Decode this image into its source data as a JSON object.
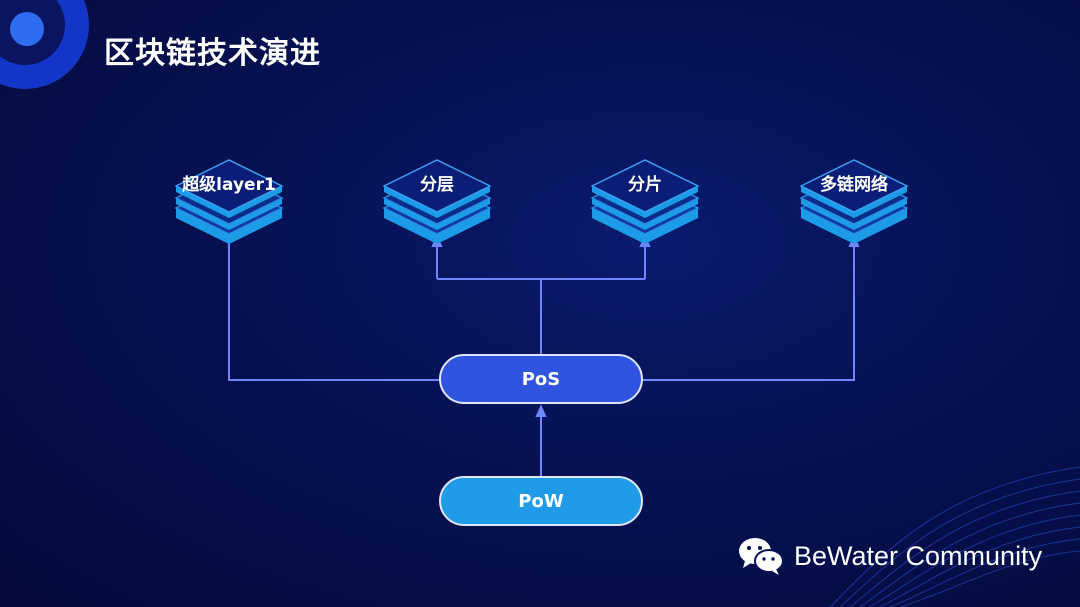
{
  "slide": {
    "title": "区块链技术演进"
  },
  "stacks": [
    {
      "label": "超级layer1"
    },
    {
      "label": "分层"
    },
    {
      "label": "分片"
    },
    {
      "label": "多链网络"
    }
  ],
  "nodes": {
    "pos": "PoS",
    "pow": "PoW"
  },
  "brand": {
    "name": "BeWater Community",
    "icon": "wechat-icon"
  },
  "colors": {
    "background": "#061255",
    "pos": "#2f54e0",
    "pow": "#1f9be8",
    "connector": "#6f86ff",
    "stack": "#1c9be6"
  }
}
